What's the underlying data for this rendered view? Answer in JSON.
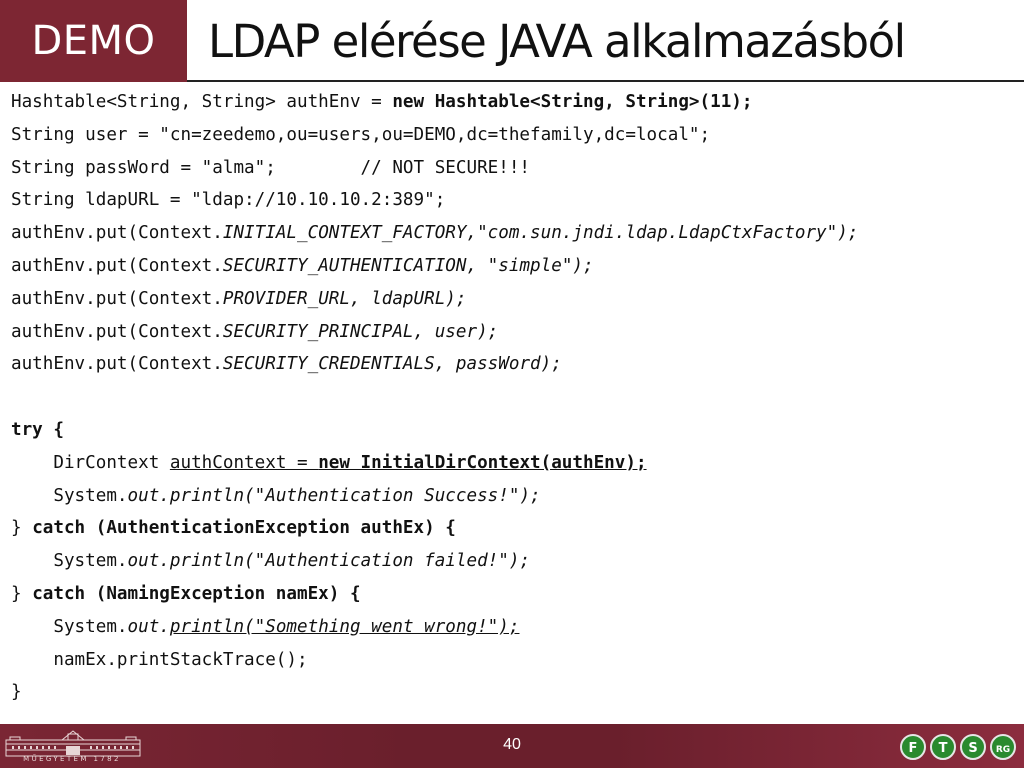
{
  "header": {
    "label": "DEMO",
    "title": "LDAP elérése JAVA alkalmazásból"
  },
  "code_lines": [
    [
      {
        "t": "Hashtable<String, String> authEnv = "
      },
      {
        "t": "new Hashtable<String, String>(11);",
        "b": true
      }
    ],
    [
      {
        "t": "String user = \"cn=zeedemo,ou=users,ou=DEMO,dc=thefamily,dc=local\";"
      }
    ],
    [
      {
        "t": "String passWord = \"alma\";        // NOT SECURE!!!"
      }
    ],
    [
      {
        "t": "String ldapURL = \"ldap://10.10.10.2:389\";"
      }
    ],
    [
      {
        "t": "authEnv.put(Context."
      },
      {
        "t": "INITIAL_CONTEXT_FACTORY,\"com.sun.jndi.ldap.LdapCtxFactory\");",
        "i": true
      }
    ],
    [
      {
        "t": "authEnv.put(Context."
      },
      {
        "t": "SECURITY_AUTHENTICATION, \"simple\");",
        "i": true
      }
    ],
    [
      {
        "t": "authEnv.put(Context."
      },
      {
        "t": "PROVIDER_URL, ldapURL);",
        "i": true
      }
    ],
    [
      {
        "t": "authEnv.put(Context."
      },
      {
        "t": "SECURITY_PRINCIPAL, user);",
        "i": true
      }
    ],
    [
      {
        "t": "authEnv.put(Context."
      },
      {
        "t": "SECURITY_CREDENTIALS, passWord);",
        "i": true
      }
    ],
    [],
    [
      {
        "t": "try {",
        "b": true
      }
    ],
    [
      {
        "t": "    DirContext "
      },
      {
        "t": "authContext = ",
        "u": true
      },
      {
        "t": "new InitialDirContext(authEnv);",
        "b": true,
        "u": true
      }
    ],
    [
      {
        "t": "    System."
      },
      {
        "t": "out.println(\"Authentication Success!\");",
        "i": true
      }
    ],
    [
      {
        "t": "} "
      },
      {
        "t": "catch (AuthenticationException authEx) {",
        "b": true
      }
    ],
    [
      {
        "t": "    System."
      },
      {
        "t": "out.println(\"Authentication failed!\");",
        "i": true
      }
    ],
    [
      {
        "t": "} "
      },
      {
        "t": "catch (NamingException namEx) {",
        "b": true
      }
    ],
    [
      {
        "t": "    System."
      },
      {
        "t": "out.",
        "i": true
      },
      {
        "t": "println(\"Something went wrong!\");",
        "i": true,
        "u": true
      }
    ],
    [
      {
        "t": "    namEx.printStackTrace();"
      }
    ],
    [
      {
        "t": "}"
      }
    ]
  ],
  "footer": {
    "page_number": "40",
    "logo_caption": "MŰEGYETEM 1782",
    "badges": [
      "F",
      "T",
      "S",
      "RG"
    ],
    "badge_color": "#2a8a2e"
  },
  "colors": {
    "accent": "#7d2633",
    "footer": "#6a1f2c"
  }
}
